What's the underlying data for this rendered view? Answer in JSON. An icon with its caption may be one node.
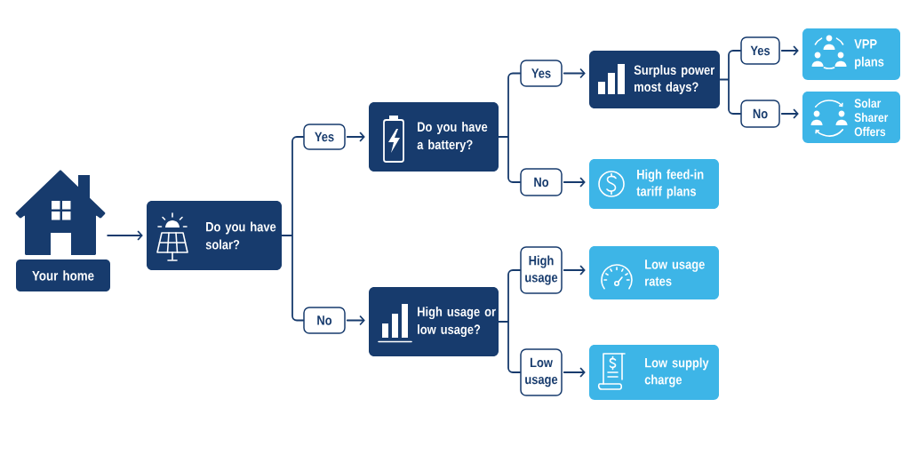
{
  "diagram": {
    "nodes": [
      {
        "text": [],
        "shape": "picture"
      },
      {
        "text": [
          "Your home"
        ]
      },
      {
        "text": [
          "Do you have solar?"
        ]
      },
      {
        "text": [
          "Yes"
        ]
      },
      {
        "text": [
          "Do you have a battery?"
        ]
      },
      {
        "text": [
          "No"
        ]
      },
      {
        "text": [
          "High usage or low usage?"
        ]
      },
      {
        "text": [
          "Yes"
        ]
      },
      {
        "text": [
          "Surplus power most days?"
        ]
      },
      {
        "text": [
          "No"
        ]
      },
      {
        "text": [
          "High feed-in tariff plans"
        ]
      },
      {
        "text": [
          "Yes"
        ]
      },
      {
        "text": [
          "VPP plans"
        ]
      },
      {
        "text": [
          "No"
        ]
      },
      {
        "text": [
          "Solar Sharer Offers"
        ]
      },
      {
        "text": [
          "High usage"
        ]
      },
      {
        "text": [
          "Low usage rates"
        ]
      },
      {
        "text": [
          "Low usage"
        ]
      },
      {
        "text": [
          "Low supply charge"
        ]
      }
    ],
    "edges": [
      {
        "from": 0,
        "to": 2,
        "arrow": "to"
      },
      {
        "from": 2,
        "to": 3,
        "arrow": "none"
      },
      {
        "from": 3,
        "to": 4,
        "arrow": "to"
      },
      {
        "from": 2,
        "to": 5,
        "arrow": "none"
      },
      {
        "from": 5,
        "to": 6,
        "arrow": "to"
      },
      {
        "from": 4,
        "to": 7,
        "arrow": "none"
      },
      {
        "from": 7,
        "to": 8,
        "arrow": "to"
      },
      {
        "from": 4,
        "to": 9,
        "arrow": "none"
      },
      {
        "from": 9,
        "to": 10,
        "arrow": "to"
      },
      {
        "from": 8,
        "to": 11,
        "arrow": "none"
      },
      {
        "from": 11,
        "to": 12,
        "arrow": "to"
      },
      {
        "from": 8,
        "to": 13,
        "arrow": "none"
      },
      {
        "from": 13,
        "to": 14,
        "arrow": "to"
      },
      {
        "from": 6,
        "to": 15,
        "arrow": "none"
      },
      {
        "from": 15,
        "to": 16,
        "arrow": "to"
      },
      {
        "from": 6,
        "to": 17,
        "arrow": "none"
      },
      {
        "from": 17,
        "to": 18,
        "arrow": "to"
      }
    ]
  }
}
